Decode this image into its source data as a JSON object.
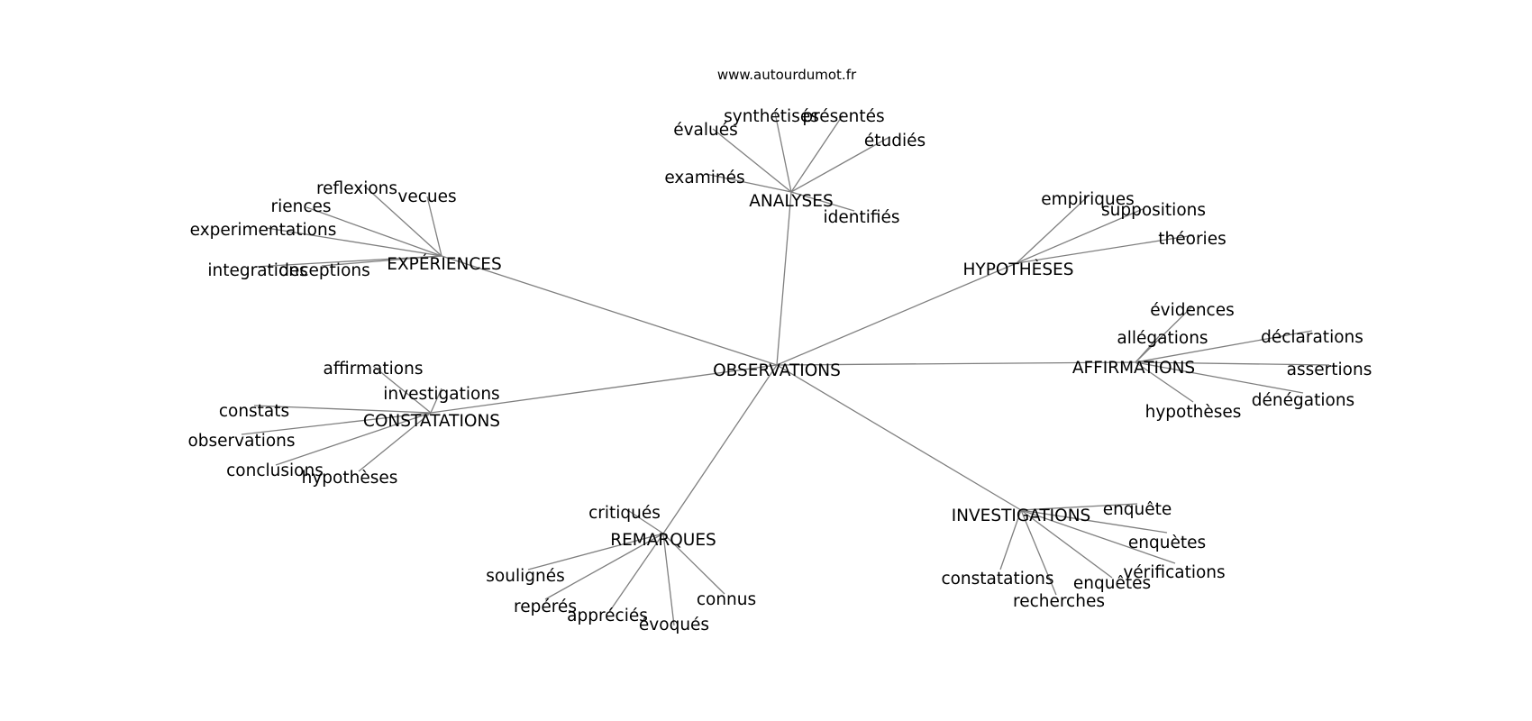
{
  "header": {
    "source": "www.autourdumot.fr"
  },
  "graph": {
    "center": "OBSERVATIONS",
    "clusters": [
      {
        "label": "ANALYSES",
        "words": [
          "évalués",
          "synthétisés",
          "présentés",
          "étudiés",
          "examinés",
          "identifiés"
        ]
      },
      {
        "label": "EXPÉRIENCES",
        "words": [
          "reflexions",
          "vecues",
          "riences",
          "experimentations",
          "integrations",
          "deceptions"
        ]
      },
      {
        "label": "HYPOTHÈSES",
        "words": [
          "empiriques",
          "suppositions",
          "théories"
        ]
      },
      {
        "label": "AFFIRMATIONS",
        "words": [
          "évidences",
          "allégations",
          "déclarations",
          "assertions",
          "dénégations",
          "hypothèses"
        ]
      },
      {
        "label": "CONSTATATIONS",
        "words": [
          "affirmations",
          "investigations",
          "constats",
          "observations",
          "conclusions",
          "hypothèses"
        ]
      },
      {
        "label": "REMARQUES",
        "words": [
          "critiqués",
          "soulignés",
          "repérés",
          "appréciés",
          "évoqués",
          "connus"
        ]
      },
      {
        "label": "INVESTIGATIONS",
        "words": [
          "enquête",
          "enquètes",
          "vérifications",
          "enquêtes",
          "constatations",
          "recherches"
        ]
      }
    ]
  },
  "colors": {
    "edge": "#7f7f7f",
    "text": "#000000",
    "background": "#ffffff"
  }
}
